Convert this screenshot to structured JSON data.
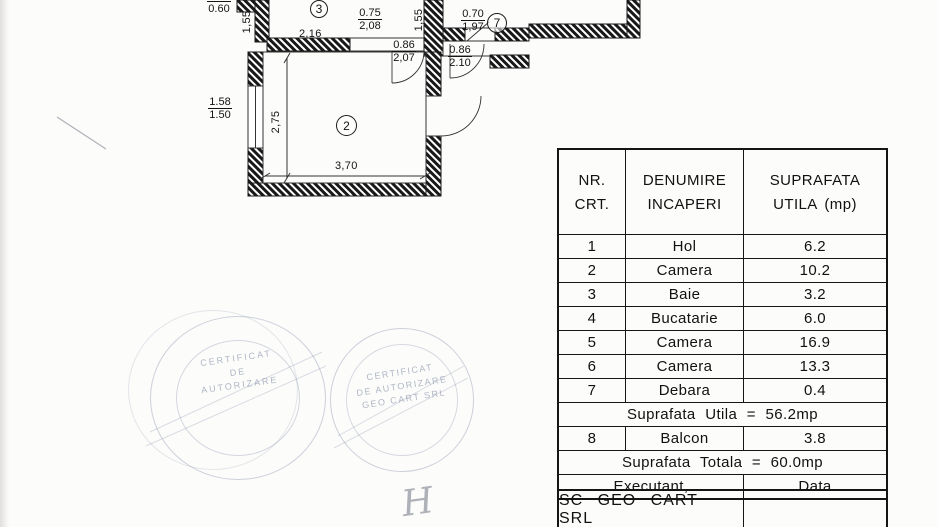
{
  "plan": {
    "room2": "2",
    "room3": "3",
    "room7": "7",
    "dims": {
      "cut_top": "0.60",
      "v155a": "1,55",
      "v155b": "1,55",
      "w216": "2,16",
      "f075_n": "0.75",
      "f075_d": "2,08",
      "f086a_n": "0.86",
      "f086a_d": "2,07",
      "f070_n": "0.70",
      "f070_d": "1,97",
      "f086b_n": "0.86",
      "f086b_d": "2.10",
      "f158_n": "1.58",
      "f158_d": "1.50",
      "v275": "2,75",
      "w370": "3,70"
    }
  },
  "table": {
    "header": {
      "c1l1": "NR.",
      "c1l2": "CRT.",
      "c2l1": "DENUMIRE",
      "c2l2": "INCAPERI",
      "c3l1": "SUPRAFATA",
      "c3l2": "UTILA (mp)"
    },
    "rows": [
      {
        "nr": "1",
        "name": "Hol",
        "area": "6.2"
      },
      {
        "nr": "2",
        "name": "Camera",
        "area": "10.2"
      },
      {
        "nr": "3",
        "name": "Baie",
        "area": "3.2"
      },
      {
        "nr": "4",
        "name": "Bucatarie",
        "area": "6.0"
      },
      {
        "nr": "5",
        "name": "Camera",
        "area": "16.9"
      },
      {
        "nr": "6",
        "name": "Camera",
        "area": "13.3"
      },
      {
        "nr": "7",
        "name": "Debara",
        "area": "0.4"
      }
    ],
    "subtotal": "Suprafata Utila = 56.2mp",
    "row8": {
      "nr": "8",
      "name": "Balcon",
      "area": "3.8"
    },
    "total": "Suprafata Totala = 60.0mp",
    "executant": "Executant,",
    "data_label": "Data",
    "company": "SC GEO CART SRL"
  },
  "stamps": {
    "left": {
      "l1": "CERTIFICAT",
      "l2": "DE",
      "l3": "AUTORIZARE"
    },
    "right": {
      "l1": "CERTIFICAT",
      "l2": "DE AUTORIZARE",
      "l3": "GEO CART SRL"
    }
  },
  "marks": {
    "hand": "H"
  },
  "colors": {
    "ink": "#111111",
    "stamp": "#7f8aa3"
  }
}
